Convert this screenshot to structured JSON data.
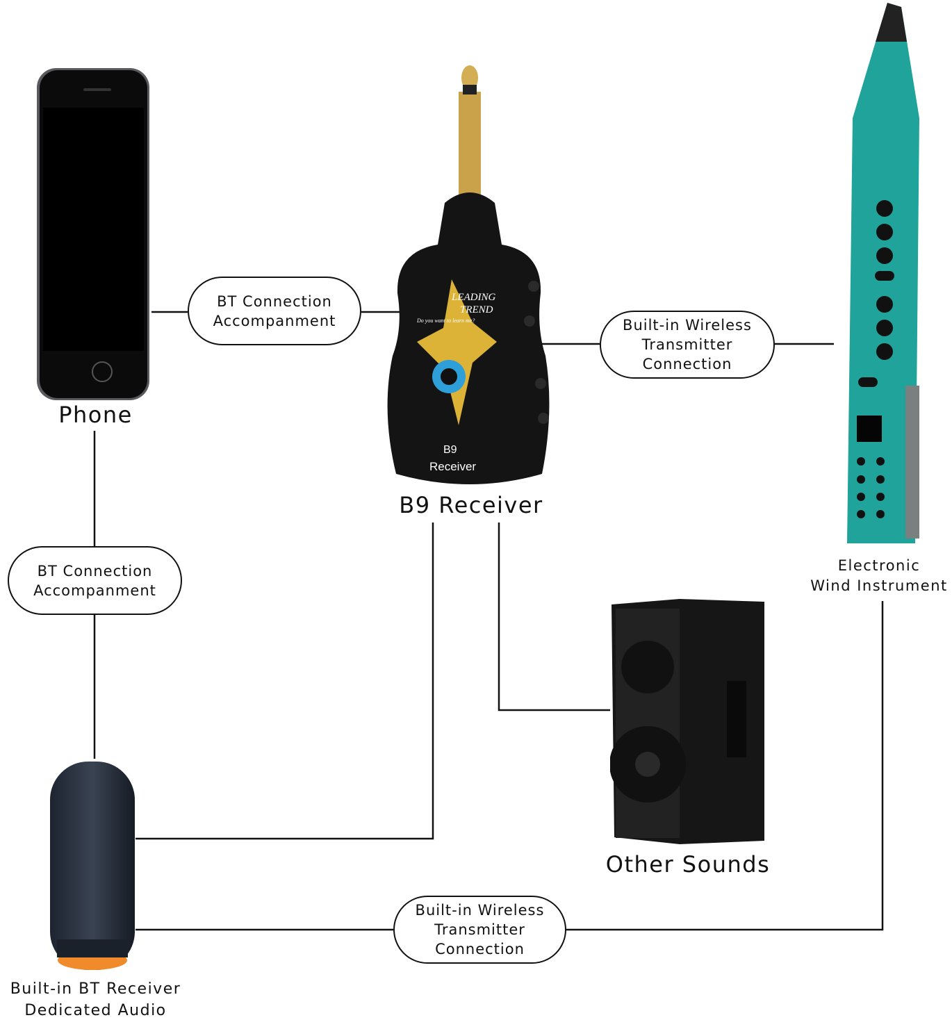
{
  "devices": {
    "phone": {
      "label": "Phone"
    },
    "receiver": {
      "label": "B9 Receiver",
      "logo_line1": "LEADING",
      "logo_line2": "TREND",
      "logo_tagline": "Do you want to learn me?",
      "body_model": "B9",
      "body_name": "Receiver"
    },
    "wind_instrument": {
      "label_line1": "Electronic",
      "label_line2": "Wind Instrument"
    },
    "bt_speaker": {
      "label_line1": "Built-in BT Receiver",
      "label_line2": "Dedicated Audio"
    },
    "pa_speaker": {
      "label": "Other Sounds"
    }
  },
  "connections": [
    {
      "line1": "BT Connection",
      "line2": "Accompanment"
    },
    {
      "line1": "Built-in Wireless",
      "line2": "Transmitter",
      "line3": "Connection"
    },
    {
      "line1": "BT Connection",
      "line2": "Accompanment"
    },
    {
      "line1": "Built-in Wireless",
      "line2": "Transmitter",
      "line3": "Connection"
    }
  ],
  "colors": {
    "line": "#111111",
    "instrument": "#1fa39a",
    "speaker_glow": "#f08a2a"
  }
}
